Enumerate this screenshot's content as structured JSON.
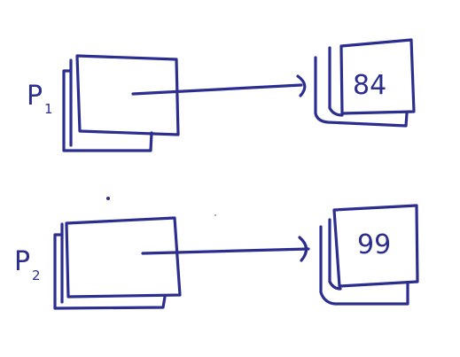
{
  "diagram": {
    "ink_color": "#2b2e8f",
    "rows": [
      {
        "pointer_label": "P",
        "pointer_subscript": "1",
        "value": "84"
      },
      {
        "pointer_label": "P",
        "pointer_subscript": "2",
        "value": "99"
      }
    ]
  }
}
